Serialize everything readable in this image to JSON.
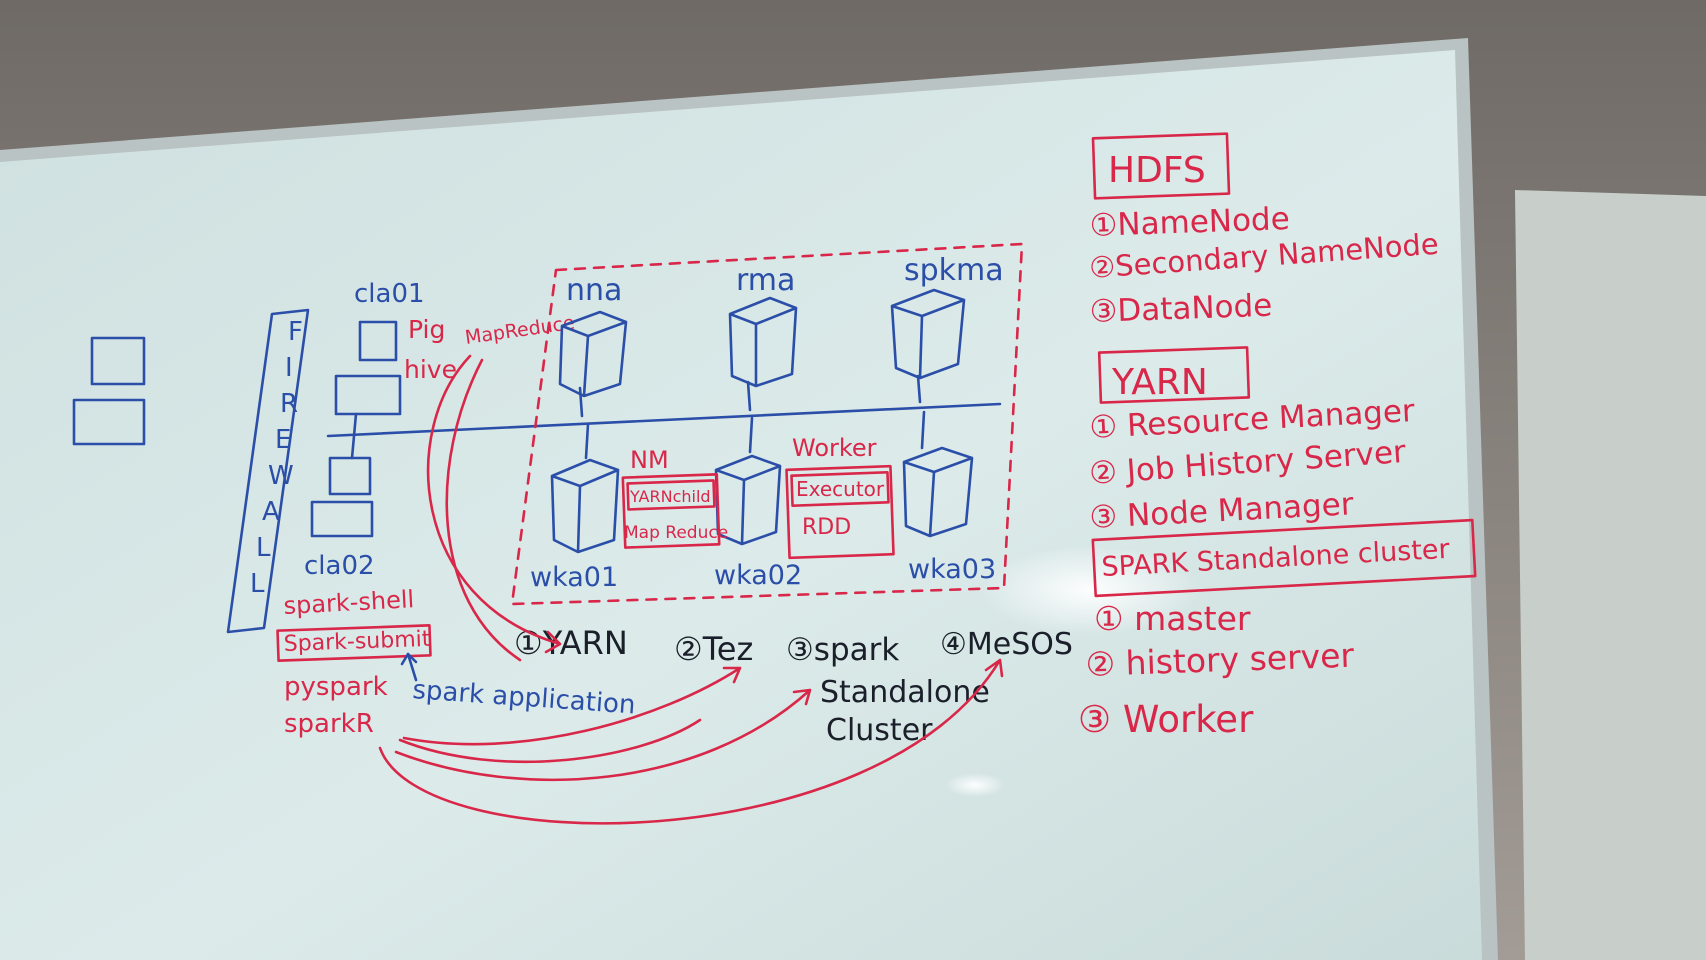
{
  "board": {
    "firewall_letters": [
      "F",
      "I",
      "R",
      "E",
      "W",
      "A",
      "L",
      "L"
    ],
    "clients": {
      "top": "cla01",
      "bottom": "cla02"
    },
    "client_tools": {
      "pig": "Pig",
      "hive": "hive",
      "mapreduce": "MapReduce"
    },
    "masters": [
      "nna",
      "rma",
      "spkma"
    ],
    "workers": [
      "wka01",
      "wka02",
      "wka03"
    ],
    "worker2_box": {
      "nm": "NM",
      "yarnchild": "YARNchild",
      "mapreduce": "Map Reduce"
    },
    "worker3_box": {
      "worker": "Worker",
      "executor": "Executor",
      "rdd": "RDD"
    },
    "spark_cmds": {
      "shell": "spark-shell",
      "submit": "Spark-submit",
      "pyspark": "pyspark",
      "sparkr": "sparkR"
    },
    "spark_application": "spark application",
    "cluster_managers": {
      "yarn": "①YARN",
      "tez": "②Tez",
      "spark_line1": "③spark",
      "spark_line2": "Standalone",
      "spark_line3": "Cluster",
      "mesos": "④MeSOS"
    },
    "hdfs": {
      "title": "HDFS",
      "items": [
        "①NameNode",
        "②Secondary NameNode",
        "③DataNode"
      ]
    },
    "yarn": {
      "title": "YARN",
      "items": [
        "① Resource Manager",
        "② Job History Server",
        "③ Node Manager"
      ]
    },
    "spark_standalone": {
      "title": "SPARK Standalone cluster",
      "items": [
        "① master",
        "② history server",
        "③ Worker"
      ]
    }
  },
  "colors": {
    "wall": "#8f8a86",
    "board": "#dbe9e8",
    "red_marker": "#d9274a",
    "blue_marker": "#2b4fa8",
    "black_marker": "#1a1f2a"
  }
}
